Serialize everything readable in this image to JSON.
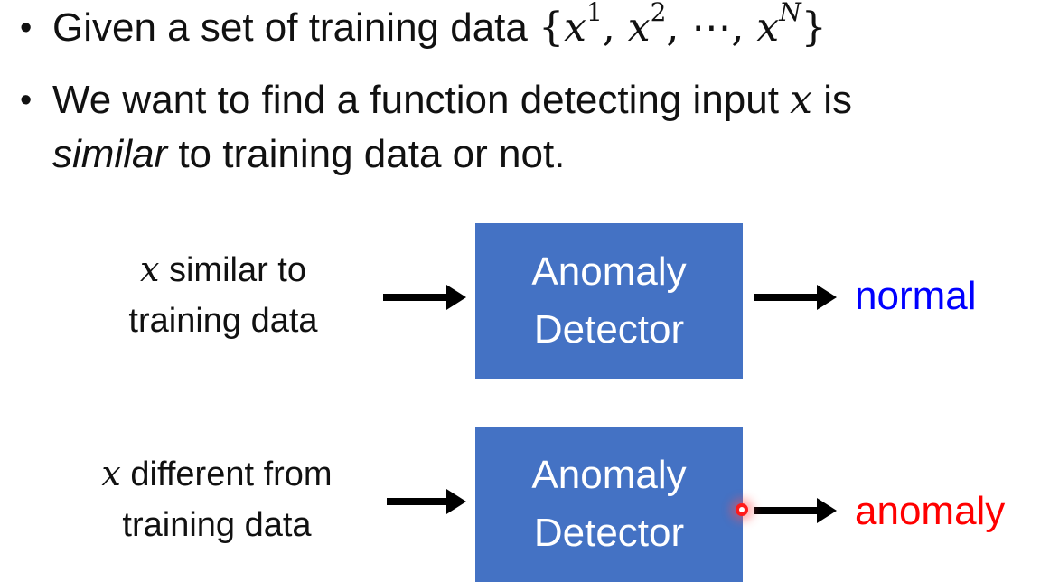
{
  "bullets": [
    {
      "prefix": "Given a set of training data ",
      "set_open": "{",
      "x": "x",
      "sup1": "1",
      "comma1": ", ",
      "sup2": "2",
      "comma2": ", ",
      "dots": "⋯",
      "comma3": ", ",
      "supN": "N",
      "set_close": "}"
    },
    {
      "line1_prefix": "We want to find a function detecting input ",
      "line1_var": "x",
      "line1_suffix": " is",
      "line2_em": "similar",
      "line2_rest": " to training data or not."
    }
  ],
  "rows": [
    {
      "input_var": "x",
      "input_line1_rest": " similar to",
      "input_line2": "training data",
      "box_line1": "Anomaly",
      "box_line2": "Detector",
      "output": "normal",
      "output_color": "#0000ff"
    },
    {
      "input_var": "x",
      "input_line1_rest": " different from",
      "input_line2": "training data",
      "box_line1": "Anomaly",
      "box_line2": "Detector",
      "output": "anomaly",
      "output_color": "#ff0000"
    }
  ],
  "colors": {
    "box_fill": "#4472c4",
    "pointer": "#ff1a1a"
  }
}
